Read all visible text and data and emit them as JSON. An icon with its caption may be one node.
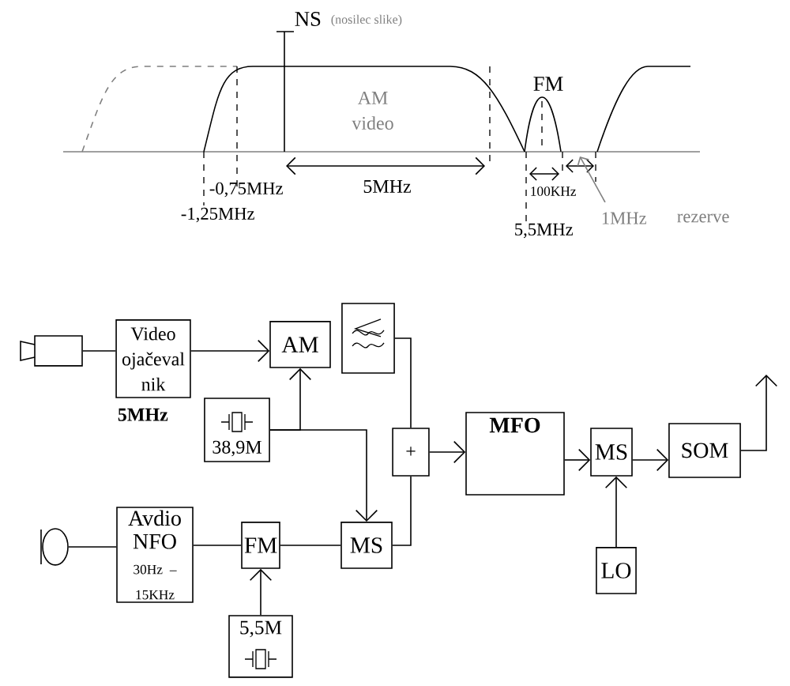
{
  "diagram": {
    "nodes": [
      {
        "text": [],
        "shape": "camera"
      },
      {
        "text": [
          "Video ojačeval nik"
        ],
        "beside": [
          "5MHz"
        ]
      },
      {
        "text": [
          "AM"
        ]
      },
      {
        "text": [],
        "shape": "box"
      },
      {
        "text": [
          "38,9M"
        ]
      },
      {
        "text": [
          "+"
        ]
      },
      {
        "text": [
          "MFO"
        ]
      },
      {
        "text": [
          "MS"
        ]
      },
      {
        "text": [
          "SOM"
        ]
      },
      {
        "text": [
          "LO"
        ]
      },
      {
        "text": [],
        "shape": "circle"
      },
      {
        "text": [
          "Avdio NFO",
          "30Hz – 15KHz"
        ]
      },
      {
        "text": [
          "FM"
        ]
      },
      {
        "text": [
          "MS"
        ]
      },
      {
        "text": [
          "5,5M"
        ]
      }
    ],
    "edges": [
      {
        "from": 0,
        "to": 1,
        "arrow": "none"
      },
      {
        "from": 1,
        "to": 2,
        "arrow": "to"
      },
      {
        "from": 4,
        "to": 2,
        "arrow": "to"
      },
      {
        "from": 4,
        "to": 13,
        "arrow": "to"
      },
      {
        "from": 10,
        "to": 11,
        "arrow": "none"
      },
      {
        "from": 11,
        "to": 12,
        "arrow": "none"
      },
      {
        "from": 12,
        "to": 13,
        "arrow": "none"
      },
      {
        "from": 14,
        "to": 12,
        "arrow": "to"
      },
      {
        "from": 13,
        "to": 5,
        "arrow": "none"
      },
      {
        "from": 3,
        "to": 5,
        "arrow": "none"
      },
      {
        "from": 5,
        "to": 6,
        "arrow": "to"
      },
      {
        "from": 6,
        "to": 7,
        "arrow": "to"
      },
      {
        "from": 7,
        "to": 8,
        "arrow": "to"
      },
      {
        "from": 9,
        "to": 7,
        "arrow": "to"
      },
      {
        "from": 8,
        "to": null,
        "arrow": "to"
      }
    ],
    "labels": [
      "NS",
      "(nosilec slike)",
      "FM",
      "AM video",
      "-0,75MHz",
      "5MHz",
      "100KHz",
      "-1,25MHz",
      "1MHz",
      "rezerve",
      "5,5MHz"
    ]
  }
}
